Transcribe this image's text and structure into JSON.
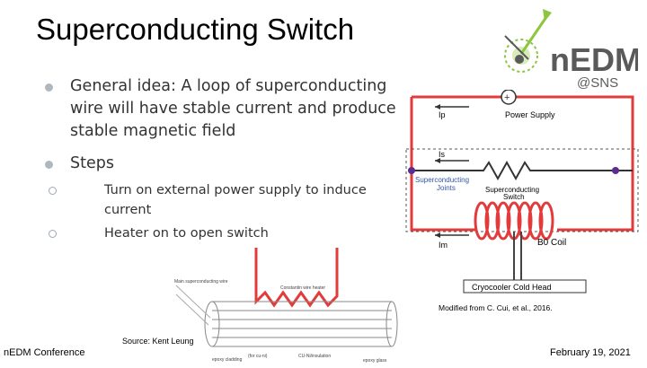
{
  "slide": {
    "title": "Superconducting Switch",
    "bullets": [
      {
        "text": "General idea: A loop of superconducting wire will have stable current and produce stable magnetic field"
      },
      {
        "text": "Steps",
        "sub": [
          {
            "text": "Turn on external power supply to induce current"
          },
          {
            "text": "Heater on to open switch"
          }
        ]
      }
    ]
  },
  "logo": {
    "name": "nEDM",
    "sub": "@SNS"
  },
  "circuit": {
    "ip": "Ip",
    "is": "Is",
    "im": "Im",
    "power_supply": "Power Supply",
    "joints": [
      "Superconducting",
      "Joints"
    ],
    "switch": [
      "Superconducting",
      "Switch"
    ],
    "coil": "B0 Coil",
    "cryocooler": "Cryocooler Cold Head",
    "credit": "Modified from C. Cui, et al., 2016."
  },
  "sketch": {
    "source": "Source: Kent Leung",
    "labels": {
      "top_left": "Main superconducting wire",
      "top_mid": "Constantin wire heater",
      "bottom_left": "epoxy cladding",
      "bottom_mid": "(for cu-ni)",
      "bottom_right": "CU-Ni/insulation",
      "bottom_far": "epoxy glass"
    }
  },
  "footer": {
    "left": "nEDM Conference",
    "right": "February 19, 2021"
  },
  "colors": {
    "wire": "#e23b3b",
    "dashed": "#555555",
    "logo_green": "#8cc63f",
    "logo_gray": "#5a5a5a"
  }
}
